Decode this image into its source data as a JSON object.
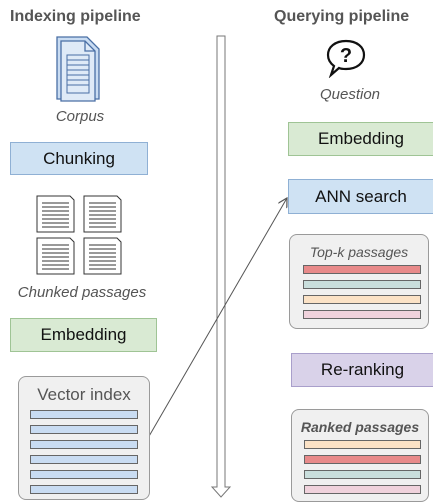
{
  "indexing": {
    "heading": "Indexing pipeline",
    "corpus_label": "Corpus",
    "chunking_label": "Chunking",
    "chunked_label": "Chunked passages",
    "embedding_label": "Embedding",
    "vector_index_label": "Vector index"
  },
  "querying": {
    "heading": "Querying pipeline",
    "question_label": "Question",
    "question_symbol": "?",
    "embedding_label": "Embedding",
    "ann_label": "ANN search",
    "topk_label": "Top-k passages",
    "reranking_label": "Re-ranking",
    "ranked_label": "Ranked passages"
  },
  "colors": {
    "blue_box": "#cfe2f3",
    "green_box": "#d9ead3",
    "purple_box": "#d9d2e9",
    "bar_red": "#e88a8a",
    "bar_teal": "#c9dedc",
    "bar_peach": "#fbe2c6",
    "bar_pink": "#f0d2dc",
    "bar_blue": "#c9dcf2"
  }
}
